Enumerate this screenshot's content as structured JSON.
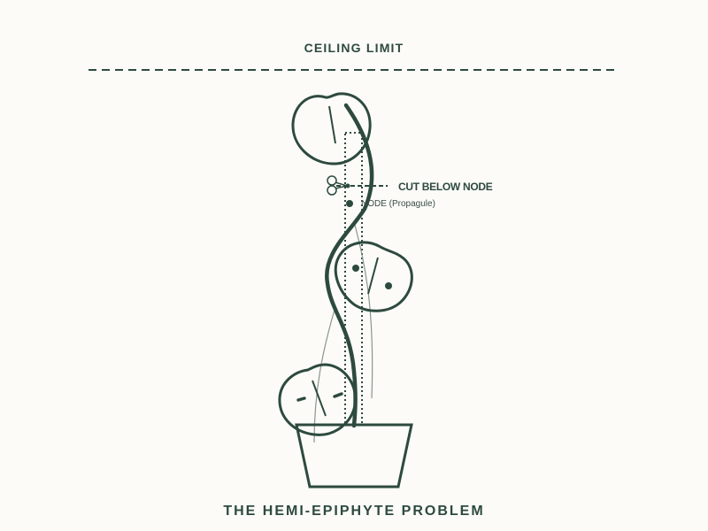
{
  "diagram": {
    "title": "THE HEMI-EPIPHYTE PROBLEM",
    "labels": {
      "ceiling": "CEILING LIMIT",
      "cut": "CUT BELOW NODE",
      "node": "NODE (Propagule)"
    },
    "icons": {
      "scissors": "scissors-icon"
    },
    "colors": {
      "background": "#fcfbf7",
      "primary": "#2d4a3e",
      "aerial_root": "#8a9690",
      "label_text": "#3a4d46"
    },
    "elements": [
      "ceiling-line",
      "moss-pole",
      "main-stem",
      "top-leaf",
      "middle-leaf",
      "bottom-leaf",
      "aerial-roots",
      "cut-line",
      "node-dot",
      "pot"
    ]
  }
}
